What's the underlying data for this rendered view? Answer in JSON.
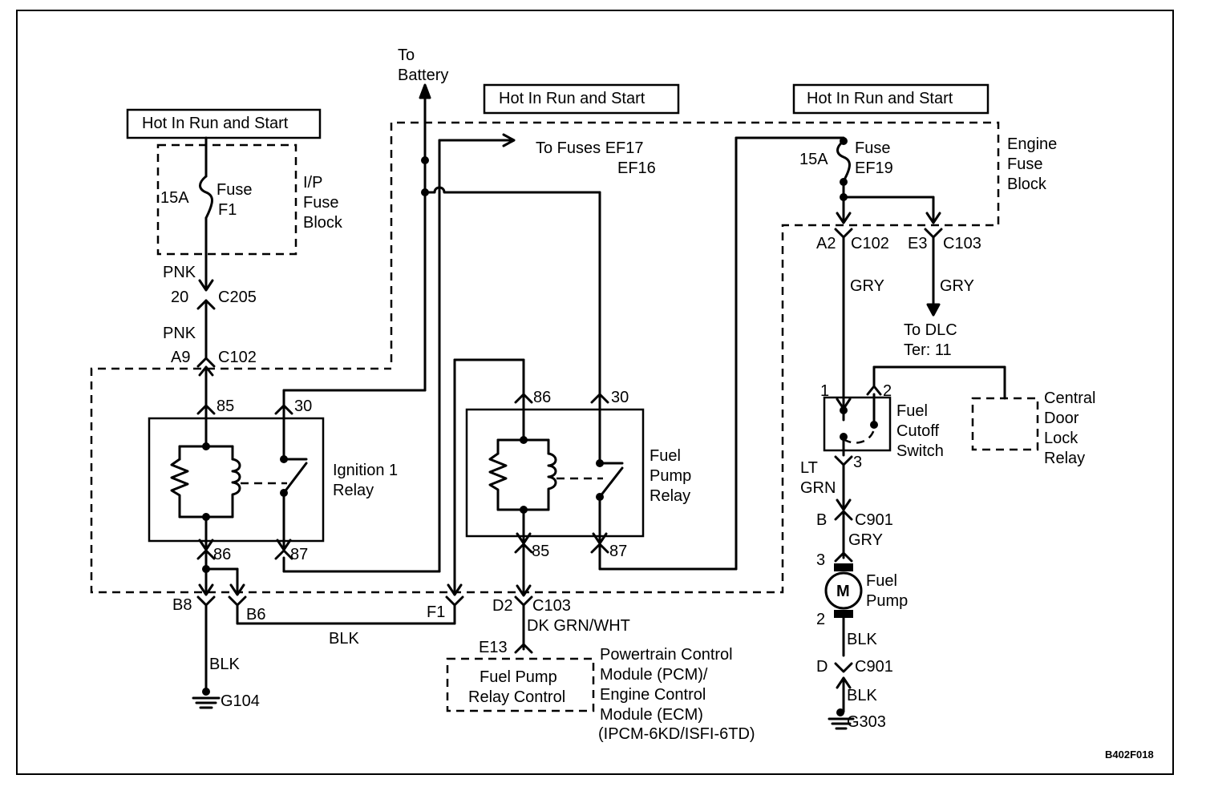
{
  "labels": {
    "to_battery_1": "To",
    "to_battery_2": "Battery",
    "hot_left": "Hot In Run and Start",
    "hot_mid": "Hot In Run and Start",
    "hot_right": "Hot In Run and Start",
    "to_fuses_1": "To Fuses EF17",
    "to_fuses_2": "EF16",
    "fuse_f1_a": "Fuse",
    "fuse_f1_b": "F1",
    "fuse_f1_rating": "15A",
    "ip_block_1": "I/P",
    "ip_block_2": "Fuse",
    "ip_block_3": "Block",
    "wire_pnk_1": "PNK",
    "pin_20": "20",
    "conn_c205": "C205",
    "wire_pnk_2": "PNK",
    "pin_a9": "A9",
    "conn_c102_left": "C102",
    "pin_85_ign": "85",
    "pin_30_ign": "30",
    "ign_relay_1": "Ignition 1",
    "ign_relay_2": "Relay",
    "pin_86_ign": "86",
    "pin_87_ign": "87",
    "pin_b8": "B8",
    "pin_b6": "B6",
    "pin_f1": "F1",
    "wire_blk_bus": "BLK",
    "wire_blk_g104": "BLK",
    "ground_g104": "G104",
    "pin_86_fp": "86",
    "pin_30_fp": "30",
    "fp_relay_1": "Fuel",
    "fp_relay_2": "Pump",
    "fp_relay_3": "Relay",
    "pin_85_fp": "85",
    "pin_87_fp": "87",
    "pin_d2": "D2",
    "conn_c103_bottom": "C103",
    "wire_dkgrn": "DK GRN/WHT",
    "pin_e13": "E13",
    "pcm_box_1": "Fuel Pump",
    "pcm_box_2": "Relay Control",
    "pcm_1": "Powertrain Control",
    "pcm_2": "Module (PCM)/",
    "pcm_3": "Engine Control",
    "pcm_4": "Module (ECM)",
    "pcm_5": "(IPCM-6KD/ISFI-6TD)",
    "fuse_ef19_a": "Fuse",
    "fuse_ef19_b": "EF19",
    "fuse_ef19_rating": "15A",
    "engine_block_1": "Engine",
    "engine_block_2": "Fuse",
    "engine_block_3": "Block",
    "pin_a2": "A2",
    "conn_c102_right": "C102",
    "pin_e3": "E3",
    "conn_c103_top": "C103",
    "wire_gry_1": "GRY",
    "wire_gry_2": "GRY",
    "to_dlc_1": "To DLC",
    "to_dlc_2": "Ter: 11",
    "pin_1": "1",
    "pin_2_switch": "2",
    "cutoff_1": "Fuel",
    "cutoff_2": "Cutoff",
    "cutoff_3": "Switch",
    "cdl_1": "Central",
    "cdl_2": "Door",
    "cdl_3": "Lock",
    "cdl_4": "Relay",
    "wire_ltgrn_1": "LT",
    "wire_ltgrn_2": "GRN",
    "pin_3_switch": "3",
    "pin_b": "B",
    "conn_c901_top": "C901",
    "wire_gry_3": "GRY",
    "pin_3_pump": "3",
    "motor_m": "M",
    "pump_1": "Fuel",
    "pump_2": "Pump",
    "pin_2_pump": "2",
    "wire_blk_pump": "BLK",
    "pin_d": "D",
    "conn_c901_bottom": "C901",
    "wire_blk_g303": "BLK",
    "ground_g303": "G303",
    "figure_code": "B402F018"
  }
}
